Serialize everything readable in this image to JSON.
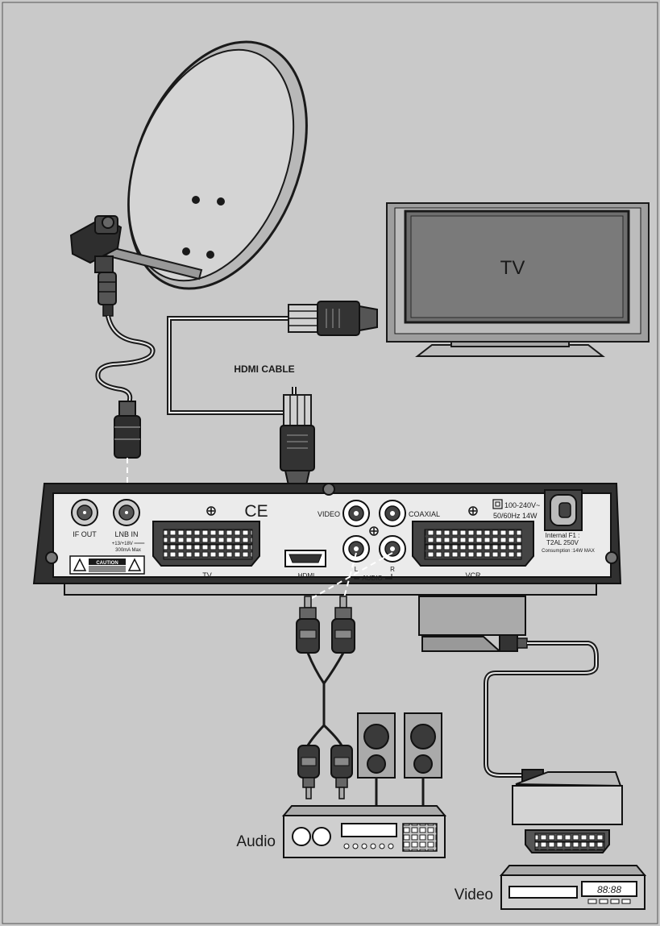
{
  "tv": {
    "label": "TV"
  },
  "hdmi_cable": {
    "label": "HDMI CABLE"
  },
  "receiver": {
    "if_out": "IF OUT",
    "lnb_in": "LNB IN",
    "lnb_spec_1": "+13/+18V ═══",
    "lnb_spec_2": "300mA Max",
    "caution": "CAUTION",
    "tv_scart": "TV",
    "ce_mark": "CE",
    "video": "VIDEO",
    "coaxial": "COAXIAL",
    "hdmi": "HDMI",
    "audio_l": "L",
    "audio_r": "R",
    "audio": "AUDIO",
    "vcr_scart": "VCR",
    "power_1": "100-240V~",
    "power_2": "50/60Hz 14W",
    "fuse_1": "Internal F1 :",
    "fuse_2": "T2AL 250V",
    "fuse_3": "Consumption :14W MAX"
  },
  "audio_device": {
    "label": "Audio"
  },
  "video_device": {
    "label": "Video",
    "display": "88:88"
  },
  "colors": {
    "background": "#c9c9c9",
    "outline": "#1a1a1a",
    "panel": "#ebebeb",
    "dark_metal": "#333333"
  }
}
